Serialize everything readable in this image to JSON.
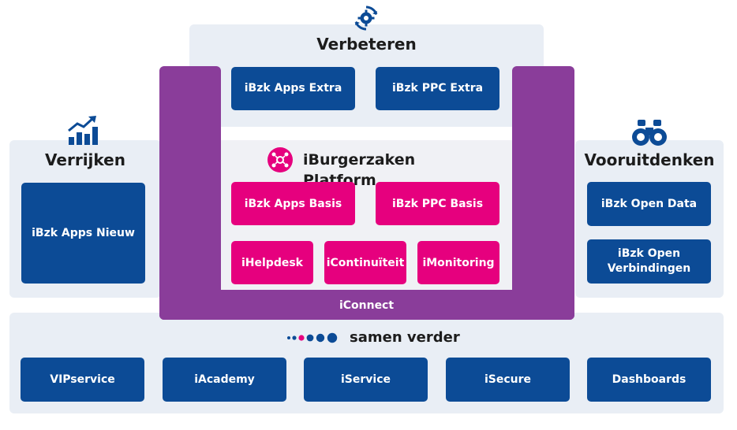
{
  "verbeteren": {
    "title": "Verbeteren",
    "items": [
      "iBzk Apps Extra",
      "iBzk PPC Extra"
    ],
    "icon": "cycle-gear-icon"
  },
  "verrijken": {
    "title": "Verrijken",
    "items": [
      "iBzk Apps Nieuw"
    ],
    "icon": "growth-chart-icon"
  },
  "vooruitdenken": {
    "title": "Vooruitdenken",
    "items": [
      "iBzk Open Data",
      "iBzk Open Verbindingen"
    ],
    "icon": "binoculars-icon"
  },
  "platform": {
    "title": "iBurgerzaken Platform",
    "icon": "platform-network-icon",
    "items": [
      "iBzk Apps Basis",
      "iBzk PPC Basis",
      "iHelpdesk",
      "iContinuïteit",
      "iMonitoring"
    ]
  },
  "connect": {
    "label": "iConnect"
  },
  "samen": {
    "title": "samen verder",
    "items": [
      "VIPservice",
      "iAcademy",
      "iService",
      "iSecure",
      "Dashboards"
    ]
  },
  "colors": {
    "blue": "#0c4b96",
    "pink": "#e6007e",
    "purple": "#8a3d9a",
    "panel": "#e9eef5"
  }
}
